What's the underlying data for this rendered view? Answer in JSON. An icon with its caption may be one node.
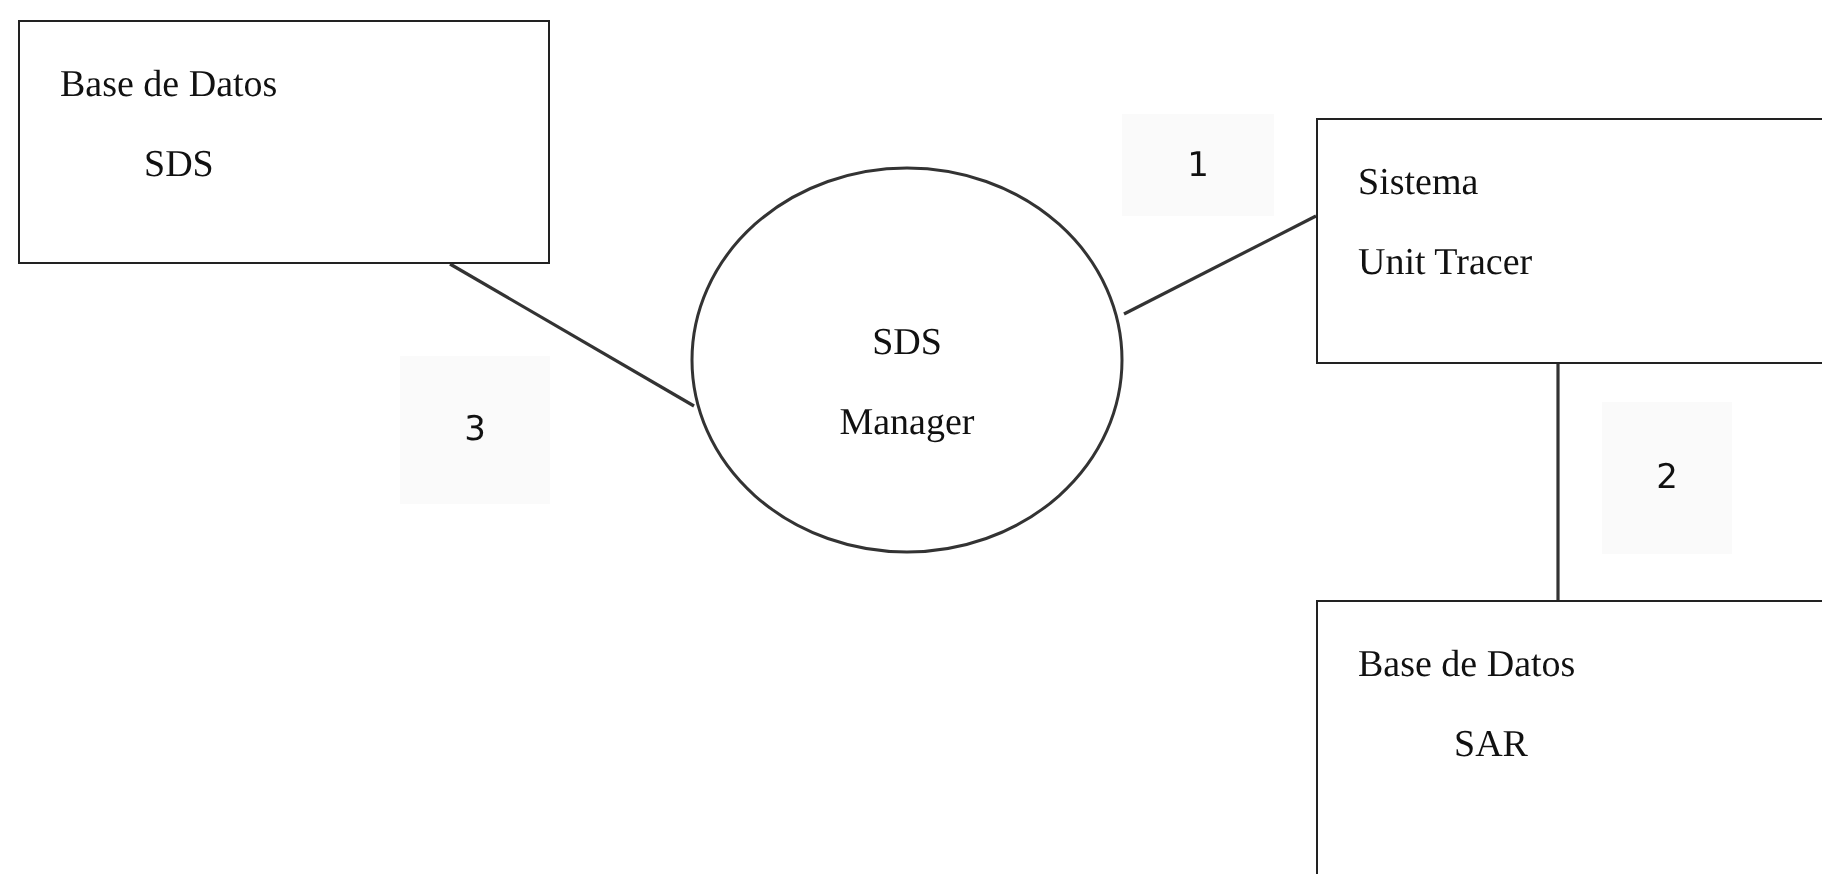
{
  "diagram": {
    "nodes": [
      {
        "text": [
          "Base de Datos",
          "SDS"
        ]
      },
      {
        "text": [
          "SDS Manager"
        ]
      },
      {
        "text": [
          "Sistema",
          "Unit Tracer"
        ]
      },
      {
        "text": [
          "Base de Datos",
          "SAR"
        ]
      }
    ],
    "edges": [
      {
        "from": 1,
        "to": 2,
        "arrow": "none",
        "label": "1"
      },
      {
        "from": 2,
        "to": 3,
        "arrow": "none",
        "label": "2"
      },
      {
        "from": 0,
        "to": 1,
        "arrow": "none",
        "label": "3"
      }
    ]
  }
}
